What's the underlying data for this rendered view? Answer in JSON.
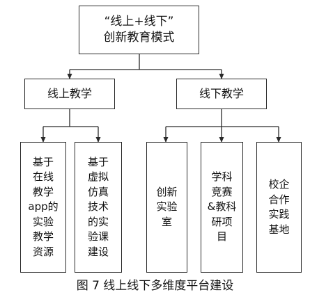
{
  "root": {
    "label": "“线上+线下”\n创新教育模式"
  },
  "branches": [
    {
      "label": "线上教学",
      "children": [
        {
          "label": "基于\n在线\n教学\napp的\n实验\n教学\n资源"
        },
        {
          "label": "基于\n虚拟\n仿真\n技术\n的实\n验课\n建设"
        }
      ]
    },
    {
      "label": "线下教学",
      "children": [
        {
          "label": "创新\n实验\n室"
        },
        {
          "label": "学科\n竞赛\n&教科\n研项\n目"
        },
        {
          "label": "校企\n合作\n实践\n基地"
        }
      ]
    }
  ],
  "caption": "图 7 线上线下多维度平台建设"
}
